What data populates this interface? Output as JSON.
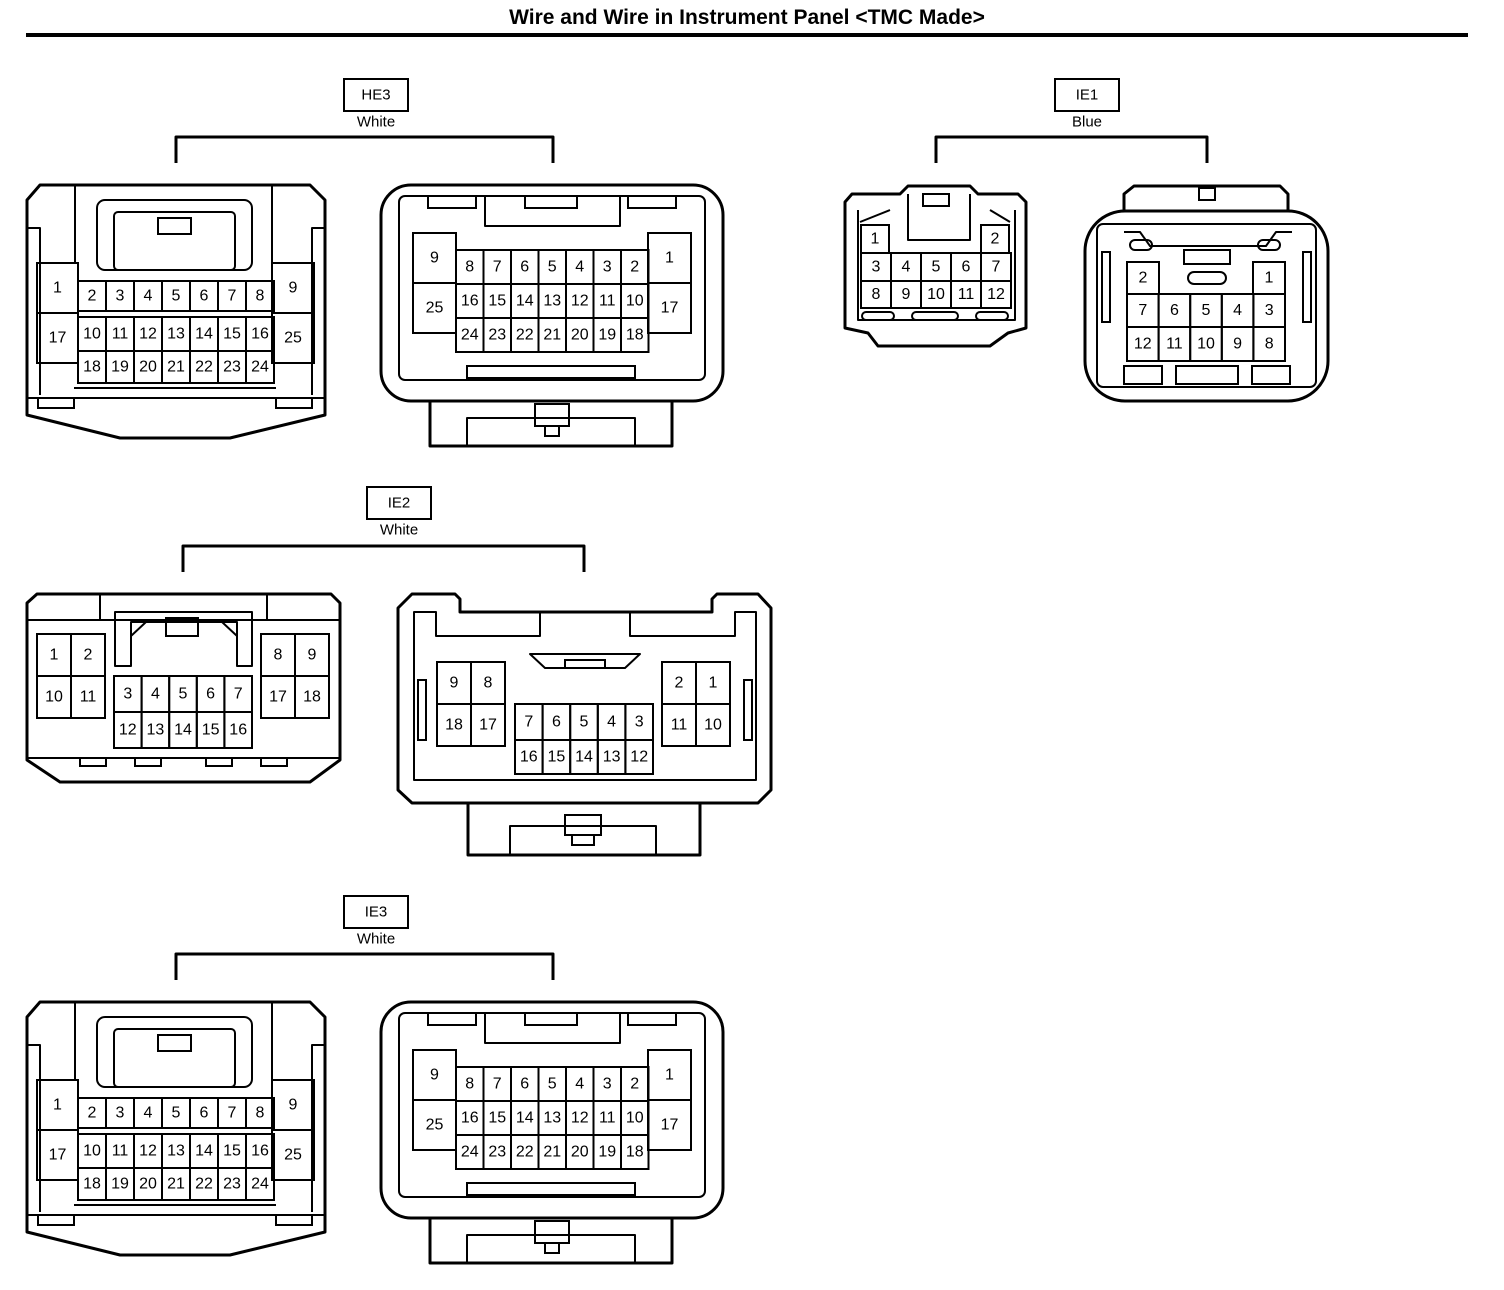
{
  "title": "Wire and Wire in Instrument Panel <TMC Made>",
  "connectors": [
    {
      "code": "HE3",
      "color": "White",
      "left": {
        "top_row": [
          "2",
          "3",
          "4",
          "5",
          "6",
          "7",
          "8"
        ],
        "mid_row": [
          "10",
          "11",
          "12",
          "13",
          "14",
          "15",
          "16"
        ],
        "bot_row": [
          "18",
          "19",
          "20",
          "21",
          "22",
          "23",
          "24"
        ],
        "left_col": [
          "1",
          "17"
        ],
        "right_col": [
          "9",
          "25"
        ]
      },
      "right": {
        "top_row": [
          "8",
          "7",
          "6",
          "5",
          "4",
          "3",
          "2"
        ],
        "mid_row": [
          "16",
          "15",
          "14",
          "13",
          "12",
          "11",
          "10"
        ],
        "bot_row": [
          "24",
          "23",
          "22",
          "21",
          "20",
          "19",
          "18"
        ],
        "left_col": [
          "9",
          "25"
        ],
        "right_col": [
          "1",
          "17"
        ]
      }
    },
    {
      "code": "IE1",
      "color": "Blue",
      "left": {
        "top_pair": [
          "1",
          "2"
        ],
        "row1": [
          "3",
          "4",
          "5",
          "6",
          "7"
        ],
        "row2": [
          "8",
          "9",
          "10",
          "11",
          "12"
        ]
      },
      "right": {
        "top_pair": [
          "2",
          "1"
        ],
        "row1": [
          "7",
          "6",
          "5",
          "4",
          "3"
        ],
        "row2": [
          "12",
          "11",
          "10",
          "9",
          "8"
        ]
      }
    },
    {
      "code": "IE2",
      "color": "White",
      "left": {
        "left_block": [
          [
            "1",
            "2"
          ],
          [
            "10",
            "11"
          ]
        ],
        "right_block": [
          [
            "8",
            "9"
          ],
          [
            "17",
            "18"
          ]
        ],
        "center_top": [
          "3",
          "4",
          "5",
          "6",
          "7"
        ],
        "center_bot": [
          "12",
          "13",
          "14",
          "15",
          "16"
        ]
      },
      "right": {
        "left_block": [
          [
            "9",
            "8"
          ],
          [
            "18",
            "17"
          ]
        ],
        "right_block": [
          [
            "2",
            "1"
          ],
          [
            "11",
            "10"
          ]
        ],
        "center_top": [
          "7",
          "6",
          "5",
          "4",
          "3"
        ],
        "center_bot": [
          "16",
          "15",
          "14",
          "13",
          "12"
        ]
      }
    },
    {
      "code": "IE3",
      "color": "White",
      "left": {
        "top_row": [
          "2",
          "3",
          "4",
          "5",
          "6",
          "7",
          "8"
        ],
        "mid_row": [
          "10",
          "11",
          "12",
          "13",
          "14",
          "15",
          "16"
        ],
        "bot_row": [
          "18",
          "19",
          "20",
          "21",
          "22",
          "23",
          "24"
        ],
        "left_col": [
          "1",
          "17"
        ],
        "right_col": [
          "9",
          "25"
        ]
      },
      "right": {
        "top_row": [
          "8",
          "7",
          "6",
          "5",
          "4",
          "3",
          "2"
        ],
        "mid_row": [
          "16",
          "15",
          "14",
          "13",
          "12",
          "11",
          "10"
        ],
        "bot_row": [
          "24",
          "23",
          "22",
          "21",
          "20",
          "19",
          "18"
        ],
        "left_col": [
          "9",
          "25"
        ],
        "right_col": [
          "1",
          "17"
        ]
      }
    }
  ]
}
